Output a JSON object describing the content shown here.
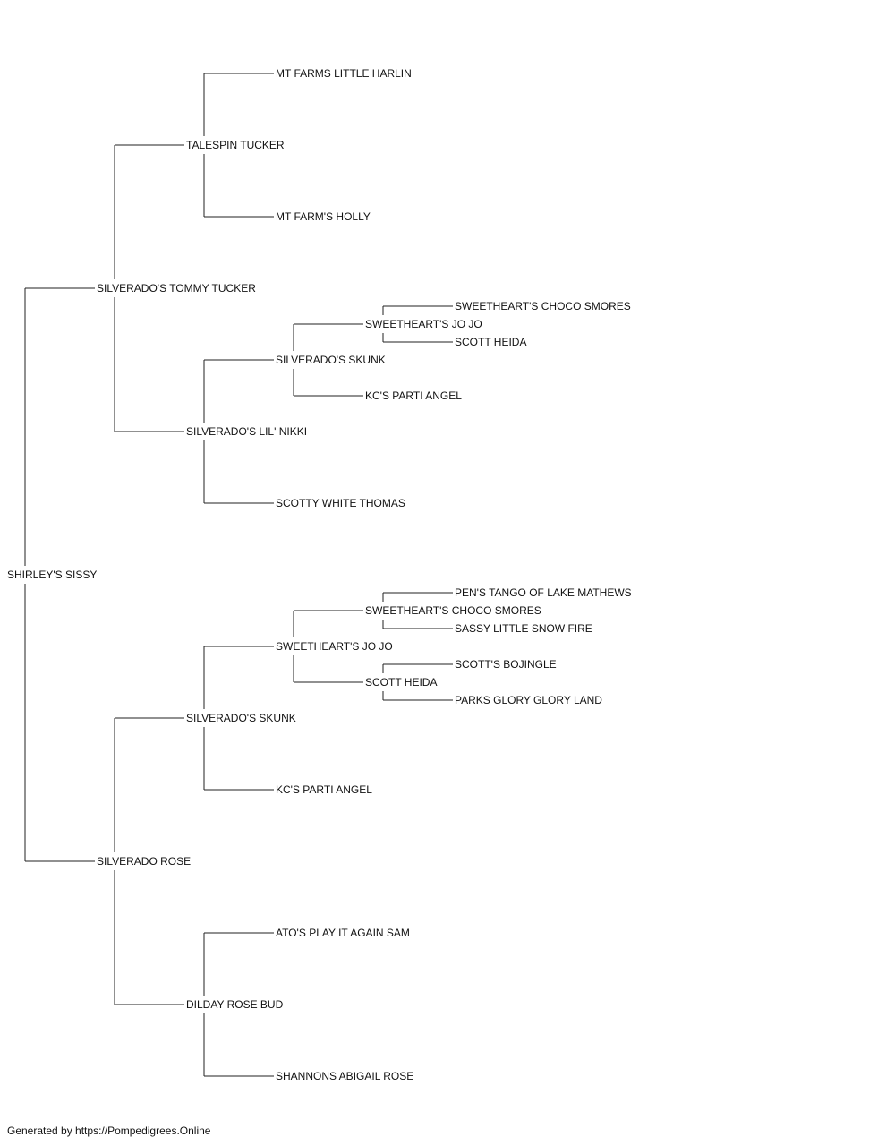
{
  "pedigree": {
    "name": "SHIRLEY'S SISSY",
    "sire": {
      "name": "SILVERADO'S TOMMY TUCKER",
      "sire": {
        "name": "TALESPIN TUCKER",
        "sire": {
          "name": "MT FARMS LITTLE HARLIN"
        },
        "dam": {
          "name": "MT FARM'S HOLLY"
        }
      },
      "dam": {
        "name": "SILVERADO'S LIL' NIKKI",
        "sire": {
          "name": "SILVERADO'S SKUNK",
          "sire": {
            "name": "SWEETHEART'S JO JO",
            "sire": {
              "name": "SWEETHEART'S CHOCO SMORES"
            },
            "dam": {
              "name": "SCOTT HEIDA"
            }
          },
          "dam": {
            "name": "KC'S PARTI ANGEL"
          }
        },
        "dam": {
          "name": "SCOTTY WHITE THOMAS"
        }
      }
    },
    "dam": {
      "name": "SILVERADO ROSE",
      "sire": {
        "name": "SILVERADO'S SKUNK",
        "sire": {
          "name": "SWEETHEART'S JO JO",
          "sire": {
            "name": "SWEETHEART'S CHOCO SMORES",
            "sire": {
              "name": "PEN'S TANGO OF LAKE MATHEWS"
            },
            "dam": {
              "name": "SASSY LITTLE SNOW FIRE"
            }
          },
          "dam": {
            "name": "SCOTT HEIDA",
            "sire": {
              "name": "SCOTT'S BOJINGLE"
            },
            "dam": {
              "name": "PARKS GLORY GLORY LAND"
            }
          }
        },
        "dam": {
          "name": "KC'S PARTI ANGEL"
        }
      },
      "dam": {
        "name": "DILDAY ROSE BUD",
        "sire": {
          "name": "ATO'S PLAY IT AGAIN SAM"
        },
        "dam": {
          "name": "SHANNONS ABIGAIL ROSE"
        }
      }
    }
  },
  "footer": "Generated by https://Pompedigrees.Online"
}
